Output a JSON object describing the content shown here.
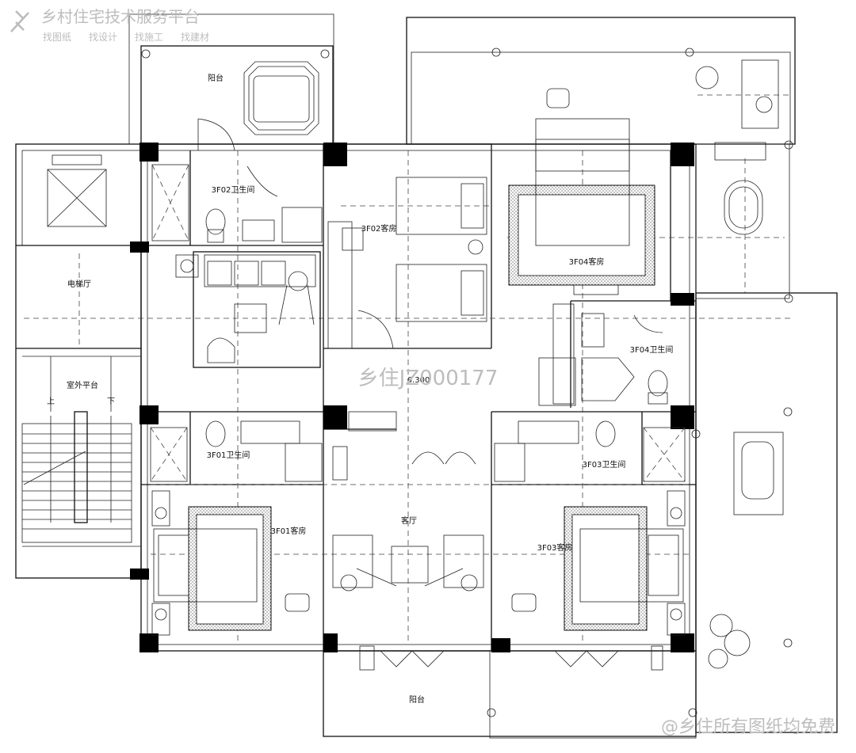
{
  "watermark": {
    "brand": "乡村住宅技术服务平台",
    "links": [
      "找图纸",
      "找设计",
      "找施工",
      "找建材"
    ],
    "center_code": "乡住JZ000177",
    "footer": "@乡住所有图纸均免费"
  },
  "rooms": {
    "balcony_top": "阳台",
    "bath_3f02": "3F02卫生间",
    "guest_3f02": "3F02客房",
    "guest_3f04": "3F04客房",
    "bath_3f04": "3F04卫生间",
    "elevator_hall": "电梯厅",
    "outdoor_platform": "室外平台",
    "stair_up": "上",
    "stair_down": "下",
    "bath_3f01": "3F01卫生间",
    "bath_3f03": "3F03卫生间",
    "guest_3f01": "3F01客房",
    "living_room": "客厅",
    "guest_3f03": "3F03客房",
    "balcony_bottom": "阳台"
  },
  "level_mark": "6.300"
}
